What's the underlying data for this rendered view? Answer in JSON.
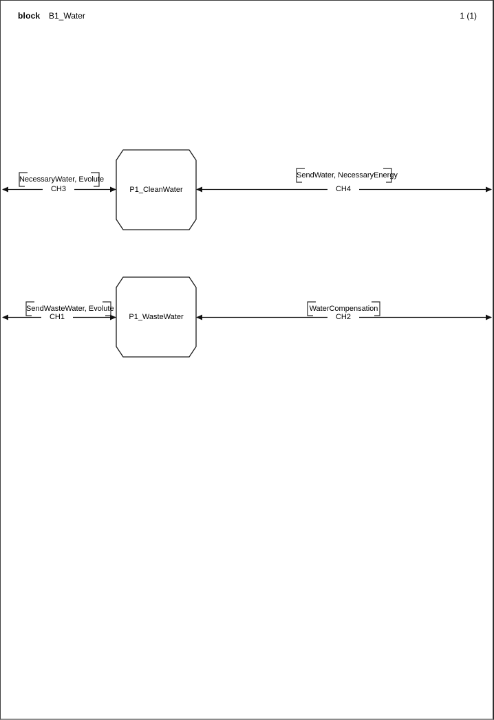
{
  "header": {
    "kind_label": "block",
    "title": "B1_Water",
    "page": "1 (1)"
  },
  "diagram": {
    "type": "sdl-block-diagram",
    "blocks": [
      {
        "name": "P1_CleanWater"
      },
      {
        "name": "P1_WasteWater"
      }
    ],
    "channels": [
      {
        "name": "CH3",
        "signals": "NecessaryWater, Evolute",
        "connects": "frame-to-P1_CleanWater",
        "direction": "bidirectional"
      },
      {
        "name": "CH4",
        "signals": "SendWater, NecessaryEnergy",
        "connects": "P1_CleanWater-to-frame",
        "direction": "bidirectional"
      },
      {
        "name": "CH1",
        "signals": "SendWasteWater, Evolute",
        "connects": "frame-to-P1_WasteWater",
        "direction": "bidirectional"
      },
      {
        "name": "CH2",
        "signals": "WaterCompensation",
        "connects": "P1_WasteWater-to-frame",
        "direction": "bidirectional"
      }
    ],
    "colors": {
      "line": "#000000",
      "text": "#000000",
      "background": "#ffffff",
      "frame_border": "#3d3d3d"
    }
  }
}
